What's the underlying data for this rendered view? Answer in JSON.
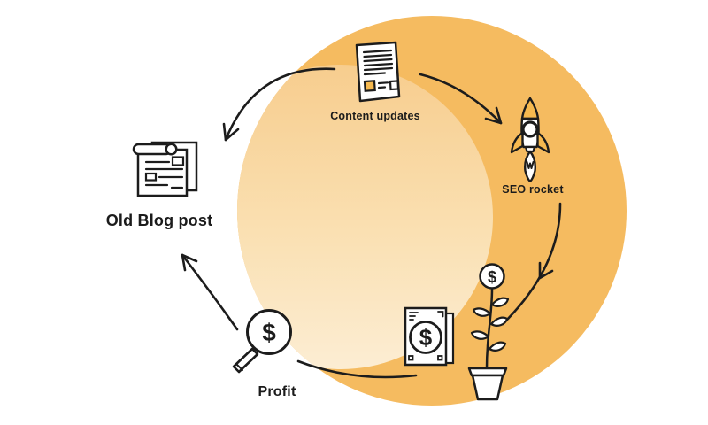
{
  "diagram": {
    "currency_symbol": "$",
    "ink_color": "#1c1c1c",
    "accent_color": "#F6B94F",
    "background_circle": {
      "outer_fill": "#F5BB60",
      "inner_gradient_top": "#F7CD8E",
      "inner_gradient_bottom": "#FCEDD3"
    },
    "nodes": {
      "content_updates": {
        "label": "Content updates",
        "icon": "document-icon"
      },
      "seo_rocket": {
        "label": "SEO rocket",
        "icon": "rocket-icon"
      },
      "money_plant": {
        "label": "",
        "icon": "money-plant-icon"
      },
      "banknotes": {
        "label": "",
        "icon": "banknotes-icon"
      },
      "profit": {
        "label": "Profit",
        "icon": "magnifier-dollar-icon"
      },
      "old_blog_post": {
        "label": "Old Blog post",
        "icon": "blog-post-icon"
      }
    },
    "edges": [
      {
        "from": "content_updates",
        "to": "old_blog_post",
        "style": "curved-arrow"
      },
      {
        "from": "content_updates",
        "to": "seo_rocket",
        "style": "curved-arrow"
      },
      {
        "from": "seo_rocket",
        "to": "money_plant",
        "style": "curved-arrow"
      },
      {
        "from": "banknotes",
        "to": "profit",
        "style": "curved-line"
      },
      {
        "from": "profit",
        "to": "old_blog_post",
        "style": "curved-arrow"
      }
    ]
  }
}
